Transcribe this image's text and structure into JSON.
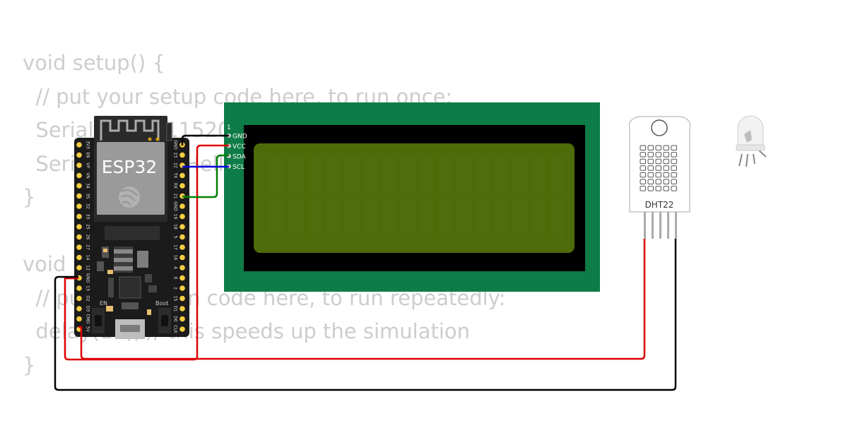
{
  "code": {
    "lines": [
      "void setup() {",
      "  // put your setup code here, to run once:",
      "  Serial.begin(115200);",
      "  Serial.println(\"Hello, ESP32!\");",
      "}",
      "",
      "void loop() {",
      "  // put your main code here, to run repeatedly:",
      "  delay(10); // this speeds up the simulation",
      "}"
    ]
  },
  "esp32": {
    "label": "ESP32",
    "en_label": "EN",
    "boot_label": "Boot",
    "left_pins": [
      "3V3",
      "EN",
      "VP",
      "VN",
      "34",
      "35",
      "32",
      "33",
      "25",
      "26",
      "27",
      "14",
      "12",
      "GND",
      "13",
      "D2",
      "D3",
      "CMD",
      "5V"
    ],
    "right_pins": [
      "GND",
      "23",
      "22",
      "TX",
      "RX",
      "21",
      "GND",
      "19",
      "18",
      "5",
      "17",
      "16",
      "4",
      "0",
      "2",
      "15",
      "D1",
      "D0",
      "CLK"
    ],
    "colors": {
      "board": "#1b1b1b",
      "pin": "#f5cf43",
      "module": "#9a9a9a"
    }
  },
  "lcd": {
    "pin1_label": "1",
    "pins": [
      "GND",
      "VCC",
      "SDA",
      "SCL"
    ],
    "colors": {
      "pcb": "#0e7c46",
      "bezel": "#000000",
      "screen": "#4d6b08"
    }
  },
  "dht22": {
    "label": "DHT22"
  },
  "led": {
    "type": "rgb-led"
  },
  "wires": {
    "colors": {
      "gnd": "#000000",
      "vcc": "#dd0000",
      "sda": "#008000",
      "scl": "#0000dd"
    }
  }
}
